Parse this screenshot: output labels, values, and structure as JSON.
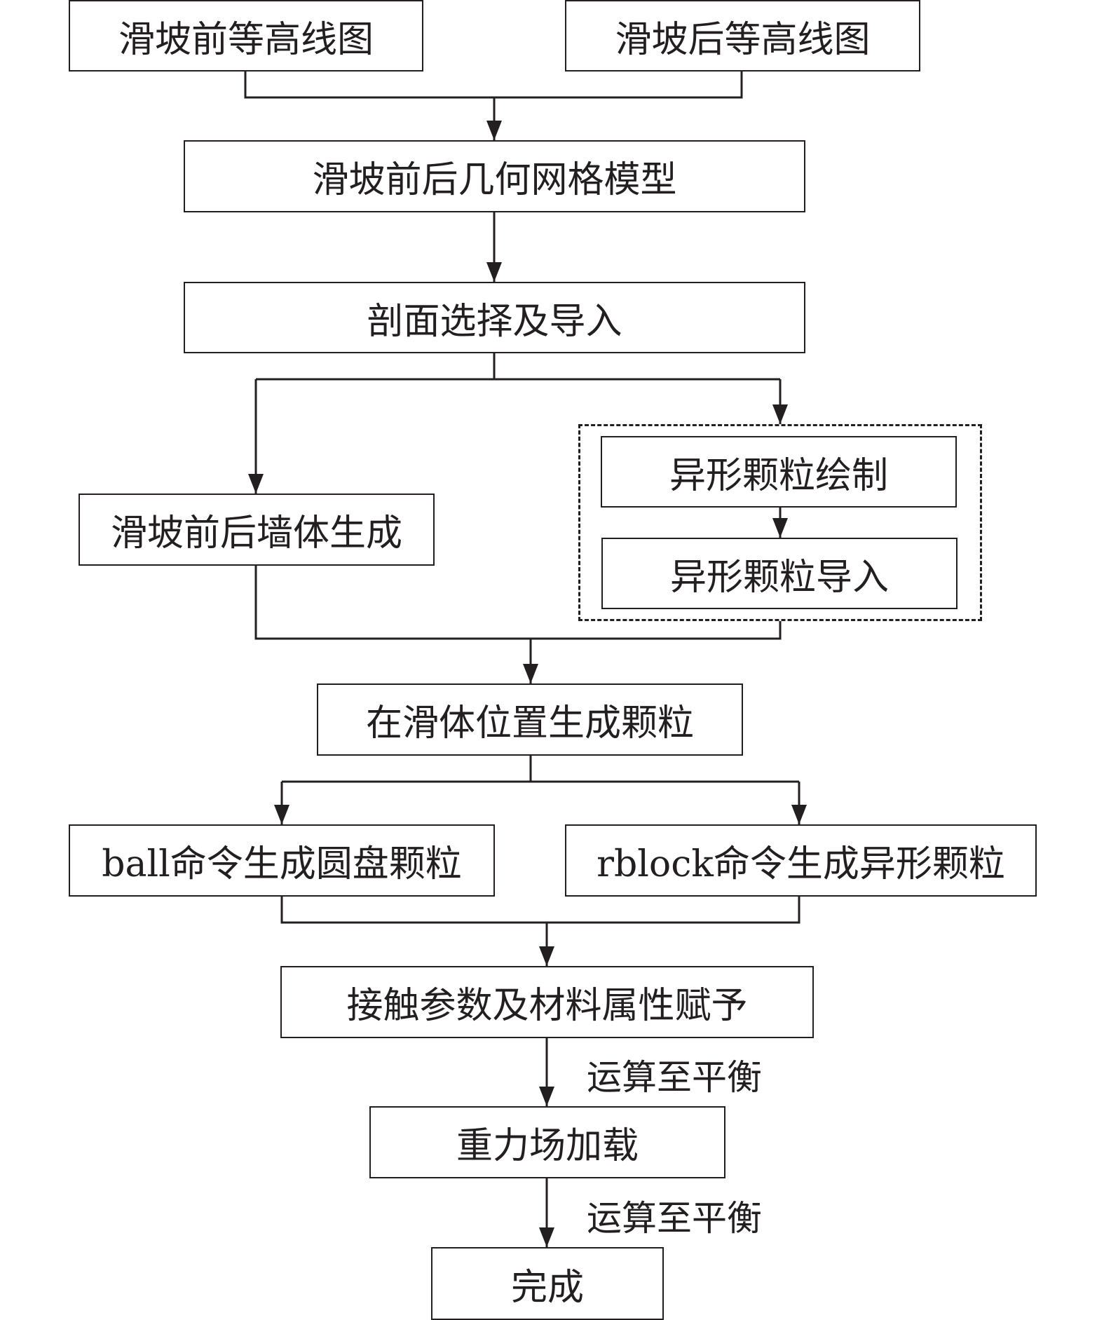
{
  "nodes": {
    "contour_before": "滑坡前等高线图",
    "contour_after": "滑坡后等高线图",
    "geometry_mesh": "滑坡前后几何网格模型",
    "section_import": "剖面选择及导入",
    "wall_generate": "滑坡前后墙体生成",
    "irregular_draw": "异形颗粒绘制",
    "irregular_import": "异形颗粒导入",
    "generate_particles": "在滑体位置生成颗粒",
    "ball_command": "ball命令生成圆盘颗粒",
    "rblock_command": "rblock命令生成异形颗粒",
    "contact_params": "接触参数及材料属性赋予",
    "gravity_load": "重力场加载",
    "done": "完成"
  },
  "edge_labels": {
    "equilibrium_1": "运算至平衡",
    "equilibrium_2": "运算至平衡"
  },
  "colors": {
    "line": "#231f20",
    "background": "#ffffff"
  }
}
